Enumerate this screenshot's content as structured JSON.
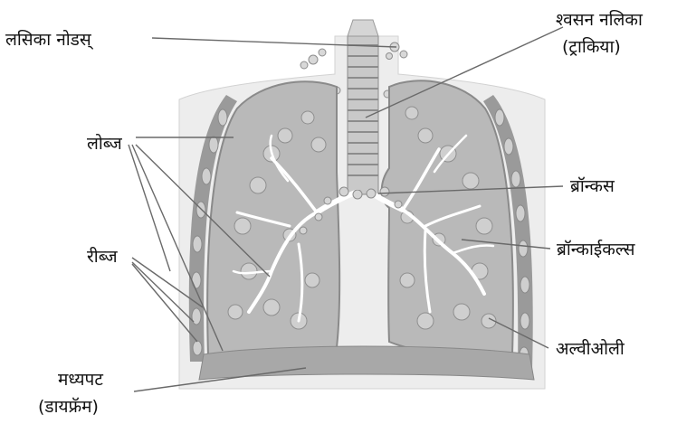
{
  "labels": {
    "lymph_nodes": "लसिका नोडस्",
    "trachea_line1": "श्वसन नलिका",
    "trachea_line2": "(ट्राकिया)",
    "lobes": "लोब्ज",
    "bronchus": "ब्रॉन्कस",
    "ribs": "रीब्ज",
    "bronchioles": "ब्रॉन्काईकल्स",
    "alveoli": "अल्वीओली",
    "diaphragm_line1": "मध्यपट",
    "diaphragm_line2": "(डायफ्रॅम)"
  },
  "colors": {
    "background": "#ffffff",
    "torso": "#ededed",
    "lung": "#b9b9b9",
    "lung_edge": "#8a8a8a",
    "rib_band": "#9a9a9a",
    "diaphragm": "#a8a8a8",
    "leader_line": "#6a6a6a",
    "text": "#111111"
  }
}
